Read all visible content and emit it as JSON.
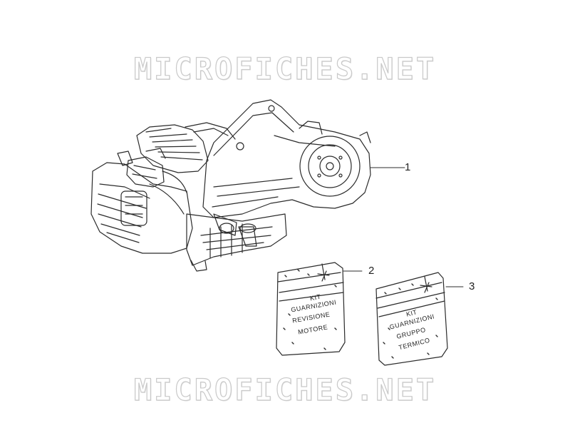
{
  "watermark": {
    "text": "MICROFICHES.NET"
  },
  "callouts": [
    {
      "number": "1",
      "part": "engine-assembly"
    },
    {
      "number": "2",
      "part": "overhaul-gasket-kit"
    },
    {
      "number": "3",
      "part": "cylinder-gasket-kit"
    }
  ],
  "bag_2": {
    "lines": [
      "KIT",
      "GUARNIZIONI",
      "REVISIONE",
      "MOTORE"
    ]
  },
  "bag_3": {
    "lines": [
      "KIT",
      "GUARNIZIONI",
      "GRUPPO",
      "TERMICO"
    ]
  },
  "colors": {
    "line": "#2b2b2b",
    "watermark_outline": "#c9c9c9"
  }
}
